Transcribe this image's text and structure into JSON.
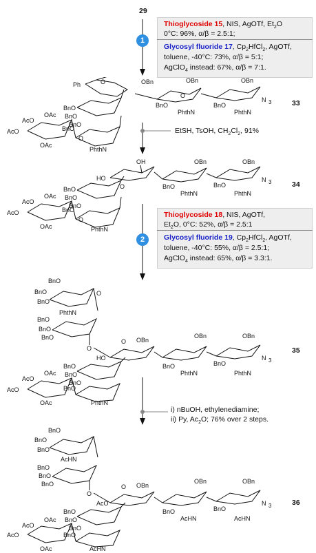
{
  "start_compound": "29",
  "step1": {
    "number": "1",
    "a_reagent": "Thioglycoside 15",
    "a_line1_rest": ", NIS, AgOTf, Et",
    "a_line1_sub": "2",
    "a_line1_end": "O",
    "a_line2": "0°C: 96%, α/β = 2.5:1;",
    "b_reagent": "Glycosyl fluoride 17",
    "b_line1_rest": ", Cp",
    "b_line1_sub": "2",
    "b_line1_end": "HfCl",
    "b_line1_sub2": "2",
    "b_line1_end2": ", AgOTf,",
    "b_line2": "toluene, -40°C: 73%, α/β = 5:1;",
    "b_line3_pre": "AgClO",
    "b_line3_sub": "4",
    "b_line3_end": " instead: 67%, α/β = 7:1."
  },
  "step_thiol": {
    "text_pre": "EtSH, TsOH, CH",
    "sub1": "2",
    "mid": "Cl",
    "sub2": "2",
    "end": ", 91%"
  },
  "step2": {
    "number": "2",
    "a_reagent": "Thioglycoside 18",
    "a_line1_rest": ", NIS, AgOTf,",
    "a_line2_pre": "Et",
    "a_line2_sub": "2",
    "a_line2_end": "O, 0°C: 52%, α/β = 2.5:1",
    "b_reagent": "Glycosyl fluoride 19",
    "b_line1_rest": ", Cp",
    "b_line1_sub": "2",
    "b_line1_end": "HfCl",
    "b_line1_sub2": "2",
    "b_line1_end2": ", AgOTf,",
    "b_line2": "toluene, -40°C: 55%, α/β = 2.5:1;",
    "b_line3_pre": "AgClO",
    "b_line3_sub": "4",
    "b_line3_end": " instead: 65%, α/β = 3.3:1."
  },
  "step_final": {
    "line1": "i) nBuOH, ethylenediamine;",
    "line2_pre": "ii) Py, Ac",
    "line2_sub": "2",
    "line2_end": "O; 76% over 2 steps."
  },
  "compounds": {
    "c33": "33",
    "c34": "34",
    "c35": "35",
    "c36": "36"
  },
  "groups": {
    "ph": "Ph",
    "obn": "OBn",
    "bno": "BnO",
    "phthn": "PhthN",
    "achn": "AcHN",
    "oac": "OAc",
    "aco": "AcO",
    "n3": "N",
    "n3_sub": "3",
    "o": "O",
    "ho": "HO",
    "oh": "OH"
  },
  "colors": {
    "red": "#e00000",
    "blue": "#1a23c8",
    "circle": "#2f8fe0",
    "box": "#eeeeee"
  }
}
